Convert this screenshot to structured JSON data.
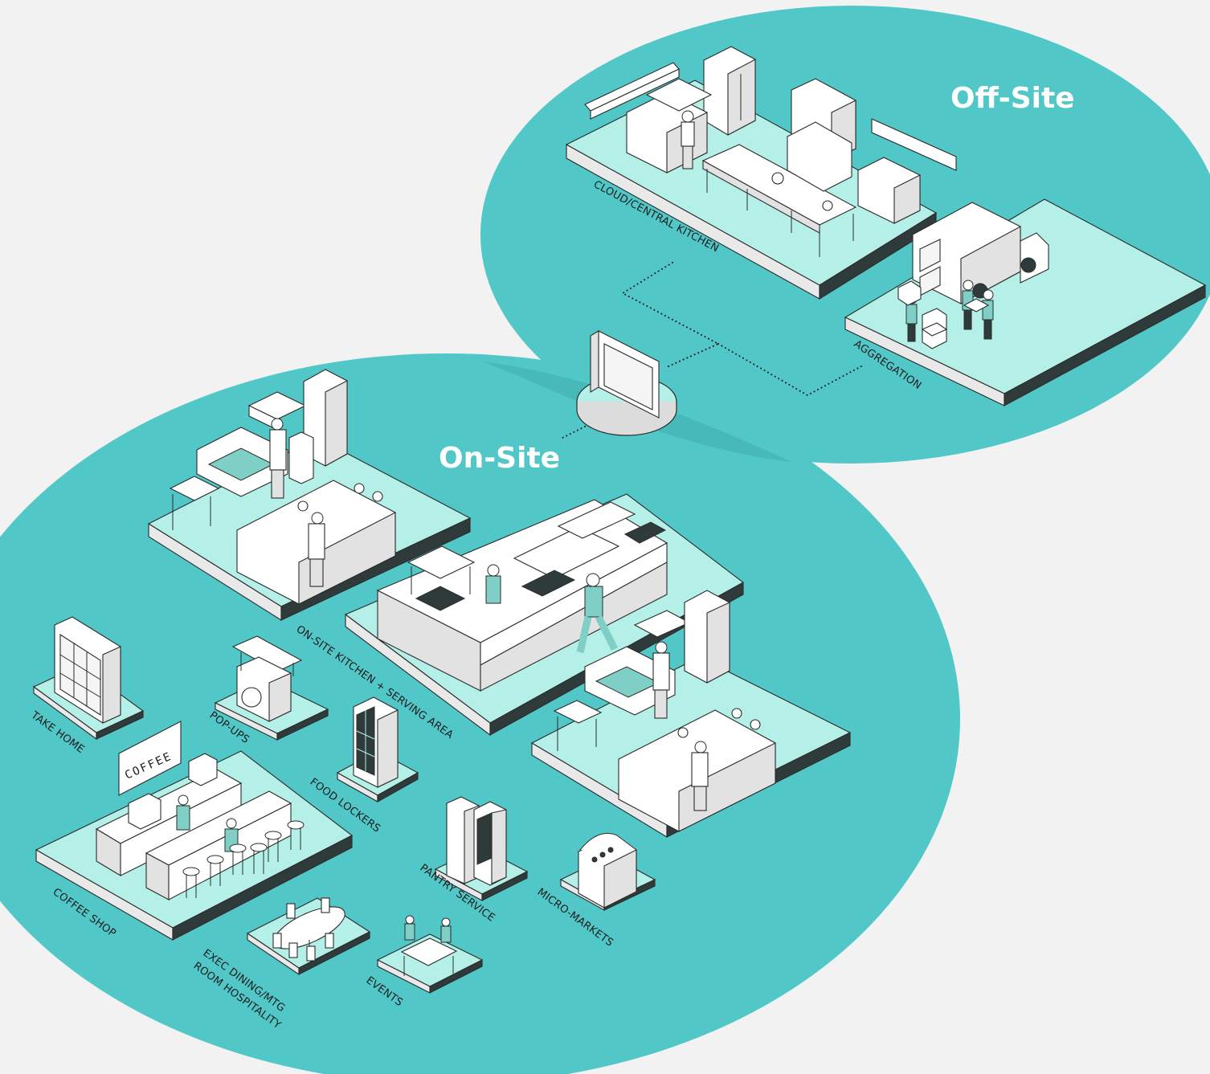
{
  "zones": {
    "offsite": {
      "title": "Off-Site",
      "color": "#52c7c7"
    },
    "onsite": {
      "title": "On-Site",
      "color": "#52c7c7"
    }
  },
  "labels": {
    "cloud_kitchen": "CLOUD/CENTRAL KITCHEN",
    "aggregation": "AGGREGATION",
    "onsite_kitchen": "ON-SITE KITCHEN + SERVING AREA",
    "take_home": "TAKE HOME",
    "pop_ups": "POP-UPS",
    "food_lockers": "FOOD LOCKERS",
    "coffee_shop": "COFFEE SHOP",
    "exec_dining_line1": "EXEC DINING/MTG",
    "exec_dining_line2": "ROOM HOSPITALITY",
    "events": "EVENTS",
    "pantry_service": "PANTRY SERVICE",
    "micro_markets": "MICRO-MARKETS"
  },
  "signage": {
    "coffee_sign": "COFFEE"
  },
  "icons": {
    "hub": "tablet-hub-icon",
    "truck": "delivery-truck-icon"
  },
  "colors": {
    "background": "#f2f2f2",
    "zone": "#52c7c7",
    "platform_top": "#b4f0e8",
    "outline": "#2b2b2b"
  }
}
